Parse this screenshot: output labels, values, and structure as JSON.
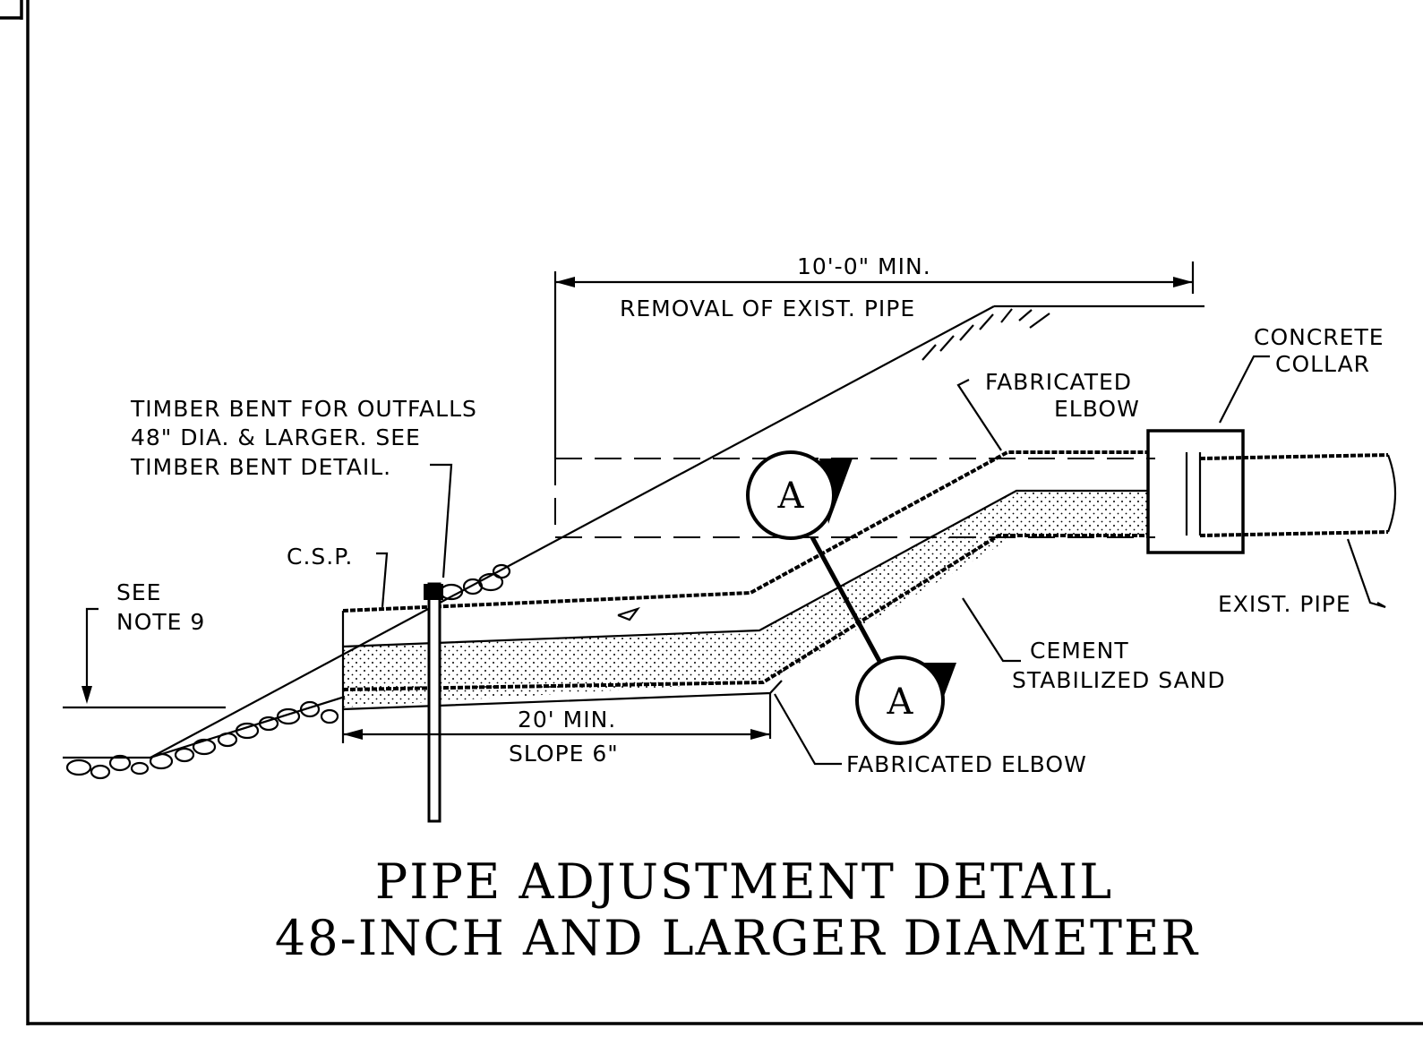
{
  "labels": {
    "dim_top": "10'-0\" MIN.",
    "removal": "REMOVAL OF EXIST. PIPE",
    "concrete_collar_1": "CONCRETE",
    "concrete_collar_2": "COLLAR",
    "fab_elbow_top_1": "FABRICATED",
    "fab_elbow_top_2": "ELBOW",
    "timber_1": "TIMBER BENT FOR OUTFALLS",
    "timber_2": "48\" DIA. & LARGER. SEE",
    "timber_3": "TIMBER BENT DETAIL.",
    "csp": "C.S.P.",
    "see_note_1": "SEE",
    "see_note_2": "NOTE 9",
    "exist_pipe": "EXIST. PIPE",
    "cement_1": "CEMENT",
    "cement_2": "STABILIZED SAND",
    "dim_bottom": "20' MIN.",
    "slope": "SLOPE 6\"",
    "fab_elbow_bottom": "FABRICATED ELBOW",
    "section_tag_top": "A",
    "section_tag_bottom": "A"
  },
  "title": {
    "line1": "PIPE ADJUSTMENT DETAIL",
    "line2": "48-INCH AND LARGER DIAMETER"
  },
  "colors": {
    "ink": "#000000",
    "paper": "#ffffff"
  }
}
